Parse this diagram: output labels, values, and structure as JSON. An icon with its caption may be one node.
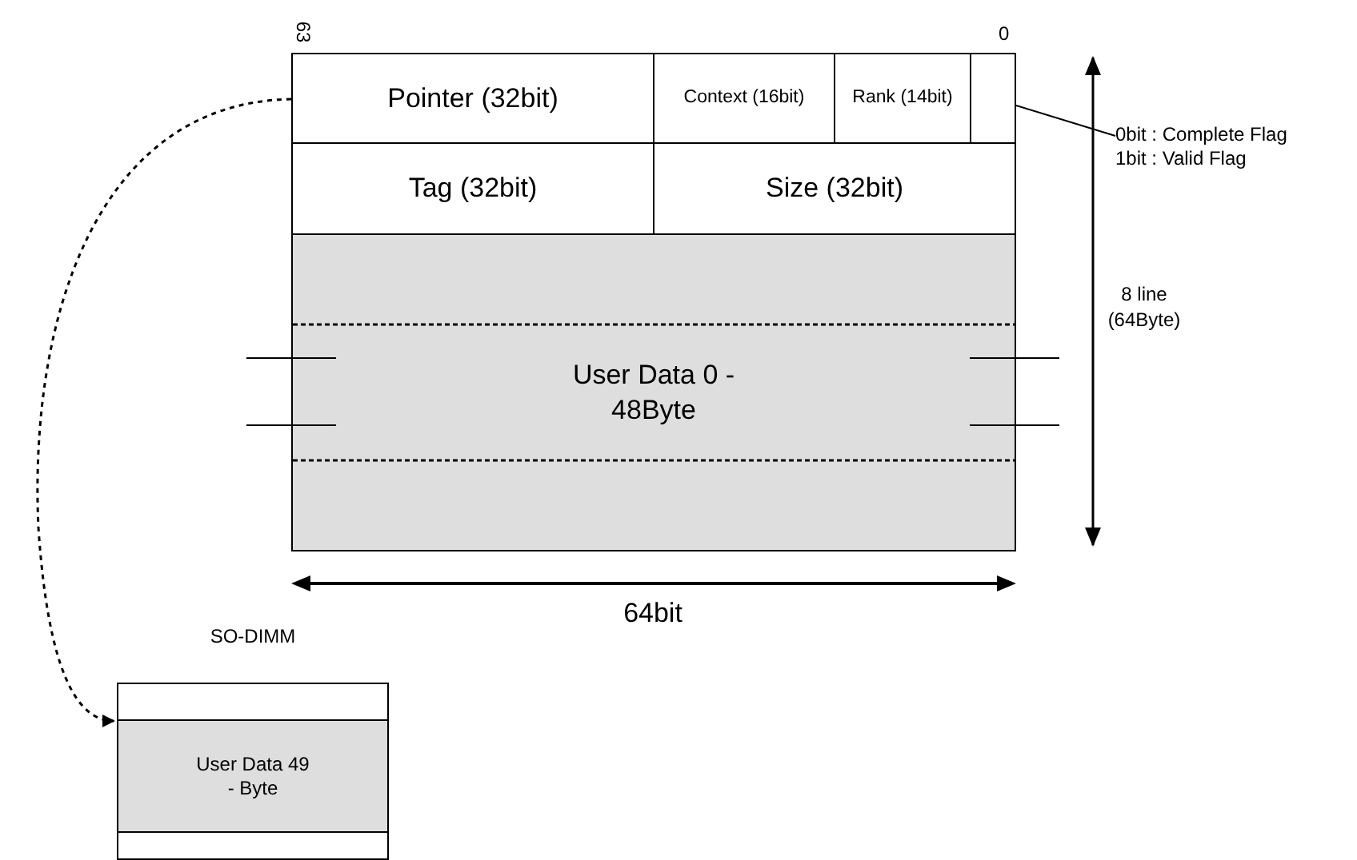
{
  "diagram": {
    "nodes": [
      {
        "text": [
          "Pointer (32bit)"
        ]
      },
      {
        "text": [
          "Context (16bit)"
        ]
      },
      {
        "text": [
          "Rank (14bit)"
        ]
      },
      {
        "text": [],
        "shape": "box"
      },
      {
        "text": [
          "Tag (32bit)"
        ]
      },
      {
        "text": [
          "Size (32bit)"
        ]
      },
      {
        "text": [
          "User Data 0 - 48Byte"
        ]
      },
      {
        "text": [
          "0bit : Complete Flag",
          "1bit : Valid Flag"
        ]
      },
      {
        "text": [
          "SO-DIMM"
        ]
      },
      {
        "text": [],
        "shape": "box",
        "in": 8
      },
      {
        "text": [
          "User Data 49 - Byte"
        ],
        "in": 8
      },
      {
        "text": [],
        "shape": "box",
        "in": 8
      }
    ],
    "edges": [
      {
        "from": 0,
        "to": 10,
        "arrow": "to",
        "style": "dashed"
      },
      {
        "from": 7,
        "to": 3,
        "arrow": "none"
      }
    ],
    "labels": [
      "63",
      "0",
      "8 line (64Byte)",
      "64bit"
    ]
  }
}
